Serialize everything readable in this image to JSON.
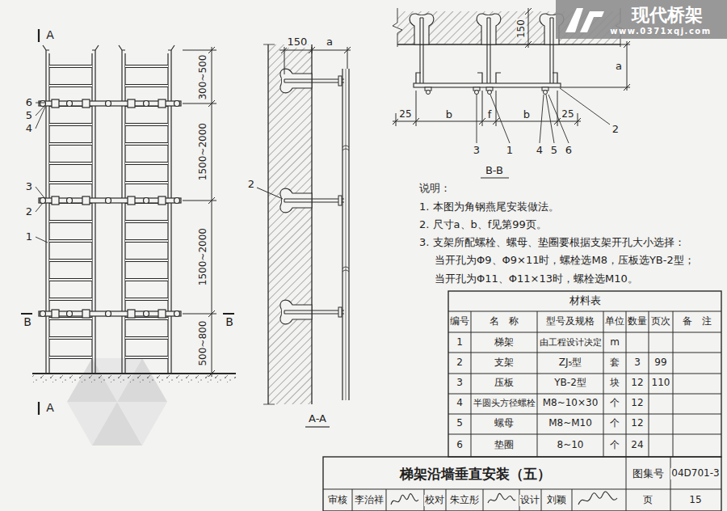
{
  "diagram": {
    "title": "梯架沿墙垂直安装（五）",
    "labels": [
      "现代桥架",
      "www.0371xqj.com",
      "A",
      "A",
      "B",
      "B",
      "6",
      "5",
      "4",
      "3",
      "2",
      "1",
      "300~500",
      "1500~2000",
      "1500~2000",
      "500~800",
      "150",
      "a",
      "2",
      "A-A",
      "150",
      "a",
      "25",
      "b",
      "f",
      "b",
      "25",
      "2",
      "3",
      "1",
      "4",
      "5",
      "6",
      "B-B",
      "说明：",
      "1. 本图为角钢燕尾安装做法。",
      "2. 尺寸a、b、f见第99页。",
      "3. 支架所配螺栓、螺母、垫圈要根据支架开孔大小选择：",
      "当开孔为Φ9、Φ9×11时，螺栓选M8，压板选YB-2型；",
      "当开孔为Φ11、Φ11×13时，螺栓选M10。",
      "材料表",
      "编号",
      "名　称",
      "型号及规格",
      "单位",
      "数量",
      "页次",
      "备　注",
      "1",
      "梯架",
      "由工程设计决定",
      "m",
      "2",
      "支架",
      "ZJ₅型",
      "套",
      "3",
      "99",
      "3",
      "压板",
      "YB-2型",
      "块",
      "12",
      "110",
      "4",
      "半圆头方径螺栓",
      "M8~10×30",
      "个",
      "12",
      "5",
      "螺母",
      "M8~M10",
      "个",
      "12",
      "6",
      "垫圈",
      "8~10",
      "个",
      "24",
      "图集号",
      "04D701-3",
      "审核",
      "李治祥",
      "校对",
      "朱立彤",
      "设计",
      "刘颖",
      "页",
      "15"
    ]
  }
}
